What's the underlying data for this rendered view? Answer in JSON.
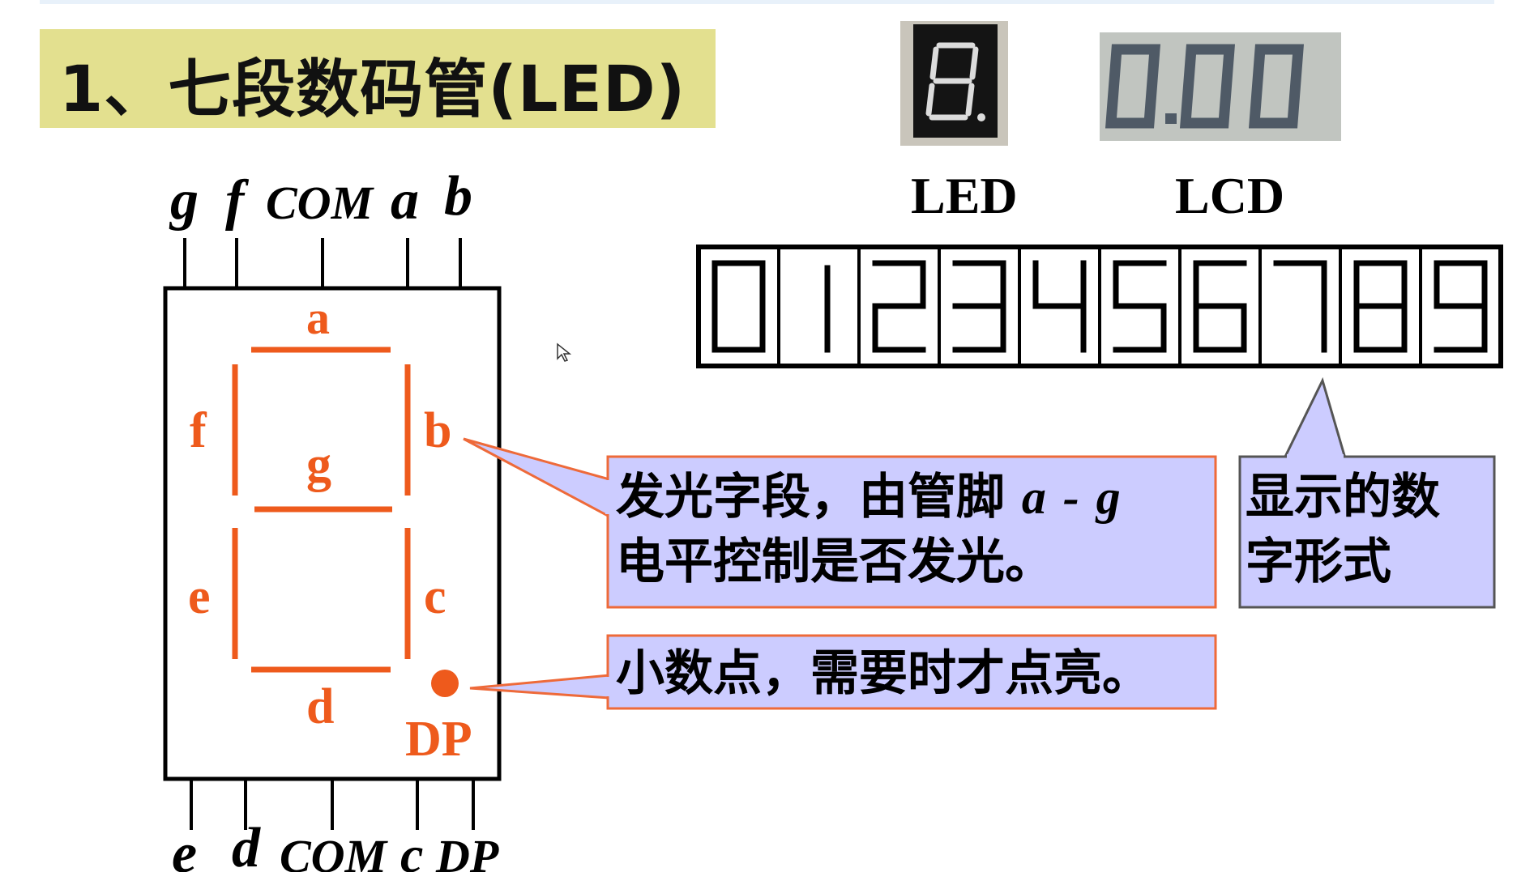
{
  "title": "1、七段数码管(LED)",
  "top_pins": [
    "g",
    "f",
    "COM",
    "a",
    "b"
  ],
  "bottom_pins": [
    "e",
    "d",
    "COM",
    "c",
    "DP"
  ],
  "segment_labels": {
    "a": "a",
    "b": "b",
    "c": "c",
    "d": "d",
    "e": "e",
    "f": "f",
    "g": "g",
    "dp": "DP"
  },
  "photos": {
    "led_label": "LED",
    "lcd_label": "LCD",
    "lcd_reading": "0.00"
  },
  "digits": [
    "0",
    "1",
    "2",
    "3",
    "4",
    "5",
    "6",
    "7",
    "8",
    "9"
  ],
  "callouts": {
    "segments_line1": "发光字段，由管脚",
    "segments_range_a": "a",
    "segments_range_dash": "-",
    "segments_range_g": "g",
    "segments_line2": "电平控制是否发光。",
    "dp": "小数点，需要时才点亮。",
    "digits_line1": "显示的数",
    "digits_line2": "字形式"
  },
  "colors": {
    "title_bg": "#e3e08f",
    "segment": "#ee5a1c",
    "callout_fill": "#ccccff",
    "callout_border": "#ee6a3a",
    "callout_border_digits": "#555555",
    "top_rule": "#e8f1fa"
  }
}
